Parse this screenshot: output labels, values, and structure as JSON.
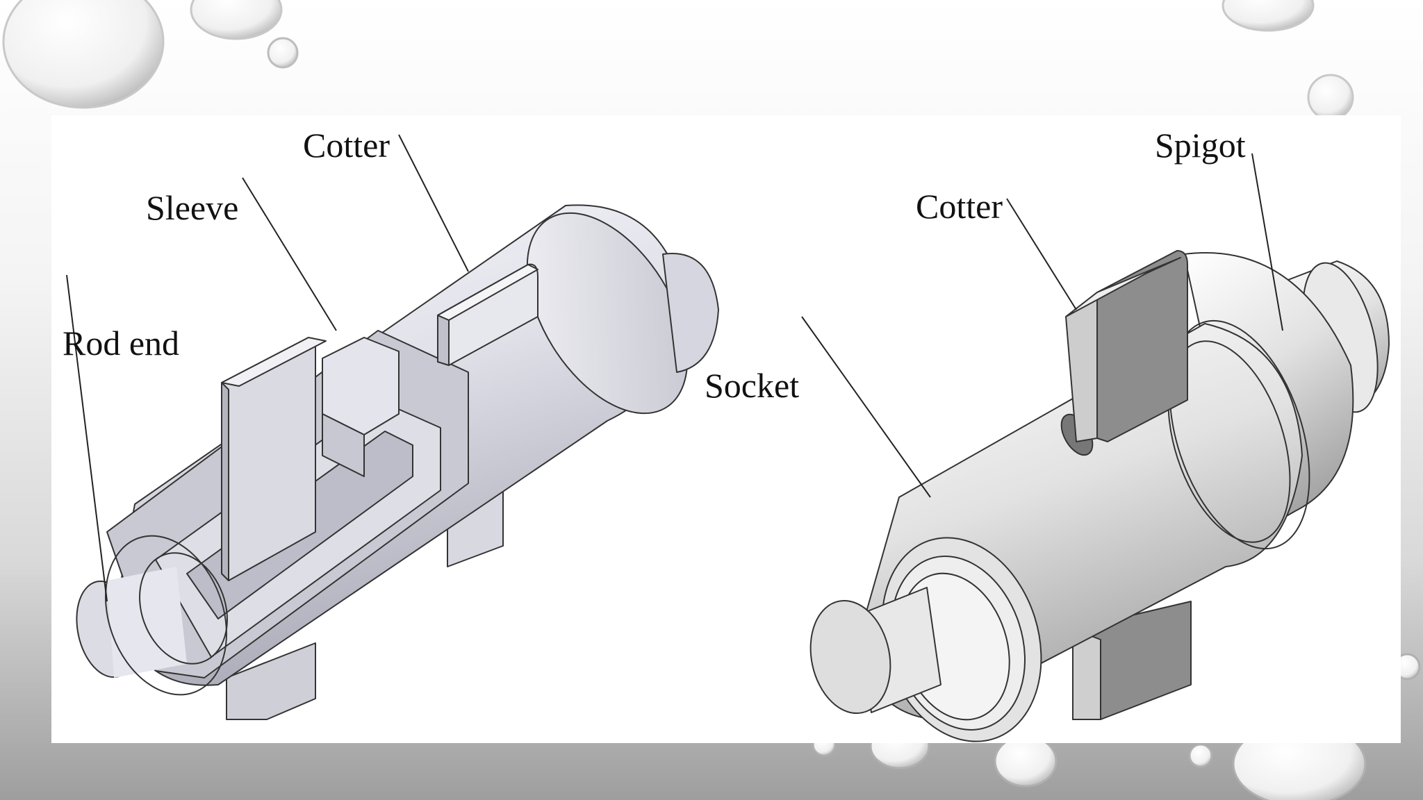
{
  "left_labels": {
    "cotter": "Cotter",
    "sleeve": "Sleeve",
    "rod_end": "Rod end"
  },
  "right_labels": {
    "spigot": "Spigot",
    "cotter": "Cotter",
    "socket": "Socket"
  },
  "colors": {
    "part_fill": "#e6e6ee",
    "part_shade": "#b9b9c7",
    "outline": "#333333",
    "cotter_dark": "#8d8d8d"
  }
}
